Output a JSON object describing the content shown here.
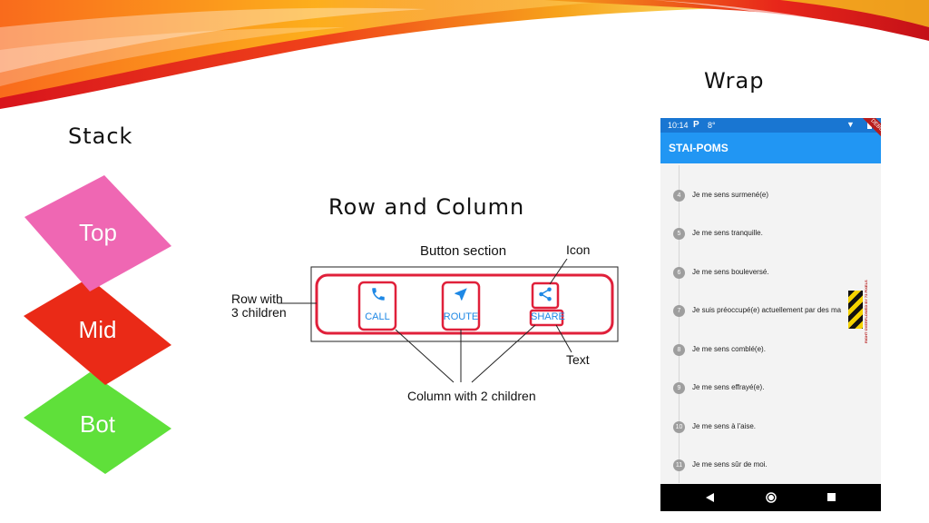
{
  "titles": {
    "stack": "Stack",
    "row_column": "Row and Column",
    "wrap": "Wrap"
  },
  "stack": {
    "items": [
      {
        "label": "Top",
        "color": "#ef67b3"
      },
      {
        "label": "Mid",
        "color": "#ea2a17"
      },
      {
        "label": "Bot",
        "color": "#5fe03a"
      }
    ]
  },
  "diagram": {
    "heading": "Button section",
    "row_label_line1": "Row with",
    "row_label_line2": "3 children",
    "icon_callout": "Icon",
    "text_callout": "Text",
    "column_callout": "Column with 2 children",
    "buttons": [
      {
        "label": "CALL",
        "icon": "phone-icon"
      },
      {
        "label": "ROUTE",
        "icon": "navigation-icon"
      },
      {
        "label": "SHARE",
        "icon": "share-icon"
      }
    ],
    "accent": "#1e88e5",
    "highlight": "#e0203a"
  },
  "phone": {
    "status": {
      "time": "10:14",
      "temp": "8°"
    },
    "debug_banner": "DEBUG",
    "app_title": "STAI-POMS",
    "items": [
      {
        "num": "4",
        "text": "Je me sens surmené(e)"
      },
      {
        "num": "5",
        "text": "Je me sens tranquille."
      },
      {
        "num": "6",
        "text": "Je me sens bouleversé."
      },
      {
        "num": "7",
        "text": "Je suis préoccupé(e) actuellement par des ma"
      },
      {
        "num": "8",
        "text": "Je me sens comblé(e)."
      },
      {
        "num": "9",
        "text": "Je me sens effrayé(e)."
      },
      {
        "num": "10",
        "text": "Je me sens à l'aise."
      },
      {
        "num": "11",
        "text": "Je me sens sûr de moi."
      }
    ],
    "overflow_text": "RIGHT OVERFLOWED BY 73 PIXELS"
  }
}
